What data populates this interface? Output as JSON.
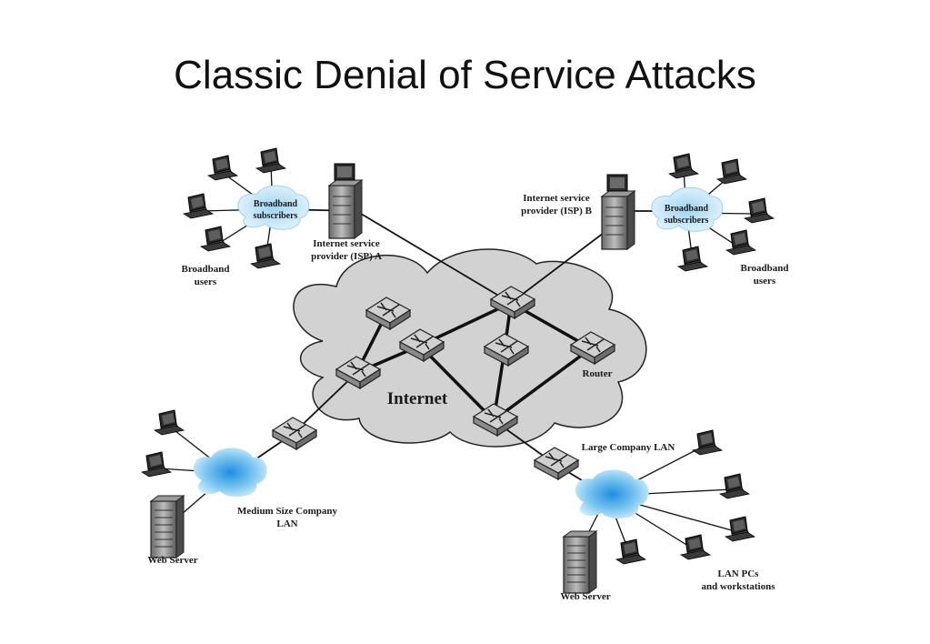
{
  "title": "Classic Denial of Service Attacks",
  "labels": {
    "broadband_subscribers_left": [
      "Broadband",
      "subscribers"
    ],
    "broadband_users_left": [
      "Broadband",
      "users"
    ],
    "isp_a": [
      "Internet service",
      "provider (ISP) A"
    ],
    "isp_b": [
      "Internet service",
      "provider (ISP) B"
    ],
    "broadband_subscribers_right": [
      "Broadband",
      "subscribers"
    ],
    "broadband_users_right": [
      "Broadband",
      "users"
    ],
    "internet": "Internet",
    "router": "Router",
    "large_company_lan": "Large Company LAN",
    "medium_company_lan": [
      "Medium Size Company",
      "LAN"
    ],
    "web_server_left": "Web Server",
    "web_server_right": "Web Server",
    "lan_pcs": [
      "LAN PCs",
      "and workstations"
    ]
  },
  "colors": {
    "internet_cloud": "#d2d2d2",
    "lan_cloud": "#3aa8e6",
    "router_top": "#c9c9c9",
    "line": "#111111"
  }
}
